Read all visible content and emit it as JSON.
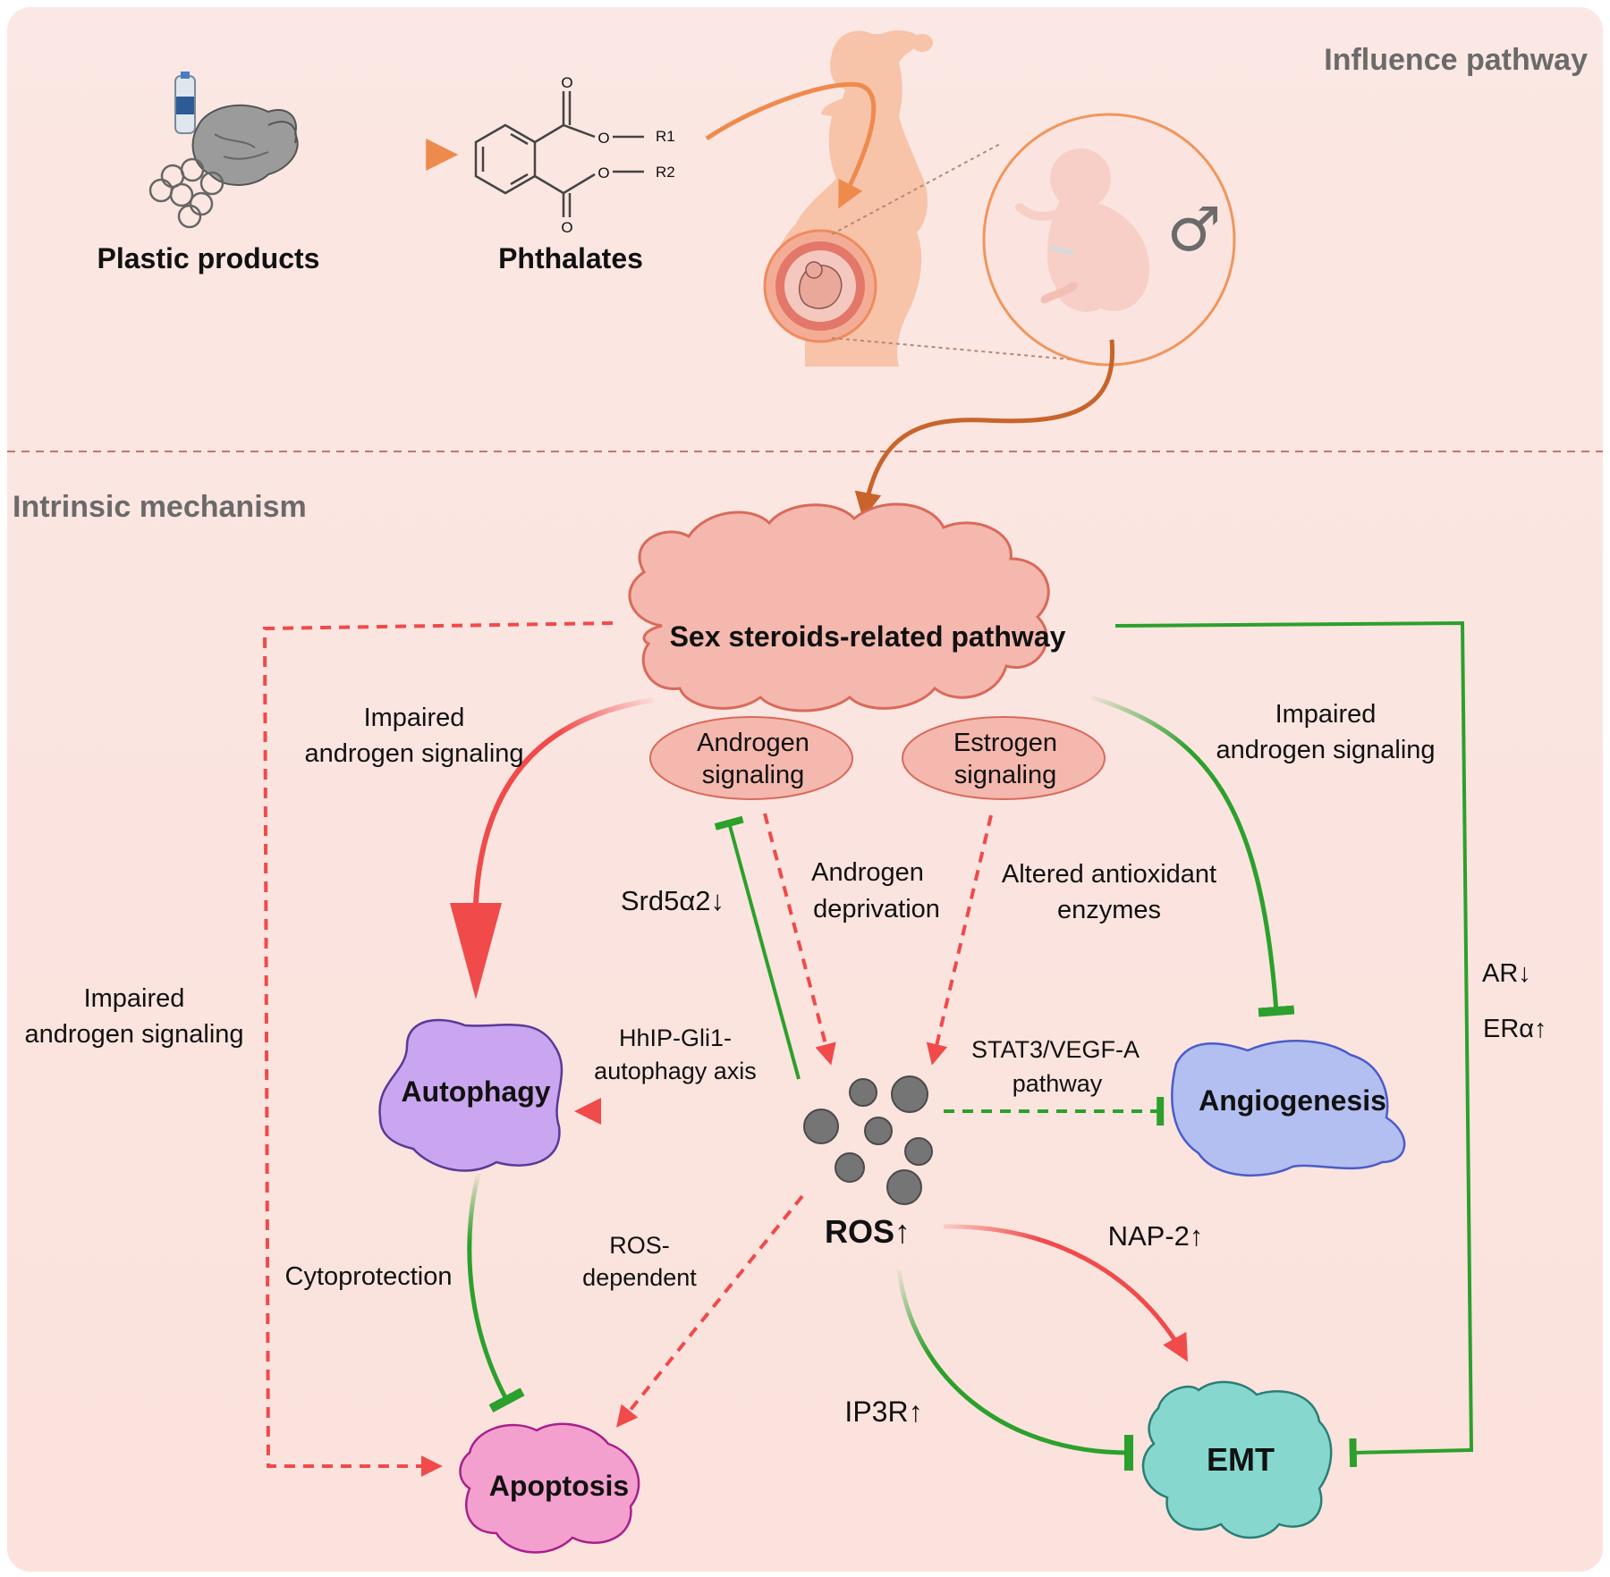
{
  "sections": {
    "top": "Influence pathway",
    "bottom": "Intrinsic mechanism"
  },
  "top": {
    "plastic": "Plastic products",
    "phthalates": "Phthalates",
    "chem": {
      "o": "O",
      "r1": "R1",
      "r2": "R2"
    },
    "male_symbol": "♂"
  },
  "nodes": {
    "cloud": "Sex steroids-related  pathway",
    "androgen": [
      "Androgen",
      "signaling"
    ],
    "estrogen": [
      "Estrogen",
      "signaling"
    ],
    "autophagy": "Autophagy",
    "angiogenesis": "Angiogenesis",
    "apoptosis": "Apoptosis",
    "emt": "EMT",
    "ros": "ROS↑"
  },
  "labels": {
    "impaired_left": [
      "Impaired",
      "androgen signaling"
    ],
    "impaired_right": [
      "Impaired",
      "androgen signaling"
    ],
    "impaired_far_left": [
      "Impaired",
      "androgen signaling"
    ],
    "srd": "Srd5α2↓",
    "androgen_deprivation": [
      "Androgen",
      "deprivation"
    ],
    "altered": [
      "Altered antioxidant",
      "enzymes"
    ],
    "hhip": [
      "HhIP-Gli1-",
      "autophagy axis"
    ],
    "stat3": [
      "STAT3/VEGF-A",
      "pathway"
    ],
    "ar": "AR↓",
    "era": "ERα↑",
    "cytoprotection": "Cytoprotection",
    "ros_dependent": [
      "ROS-",
      "dependent"
    ],
    "nap2": "NAP-2↑",
    "ip3r": "IP3R↑"
  },
  "colors": {
    "background": "#fbe6e1",
    "red": "#f04a4a",
    "green": "#2ca02c",
    "orange": "#e8834a",
    "brown": "#c8642a",
    "cloud": "#f4b8ae",
    "autophagy": "#c9a6ef",
    "angiogenesis": "#b3bff0",
    "apoptosis": "#f3a0cf",
    "emt": "#86d8cf",
    "ros": "#757575"
  }
}
